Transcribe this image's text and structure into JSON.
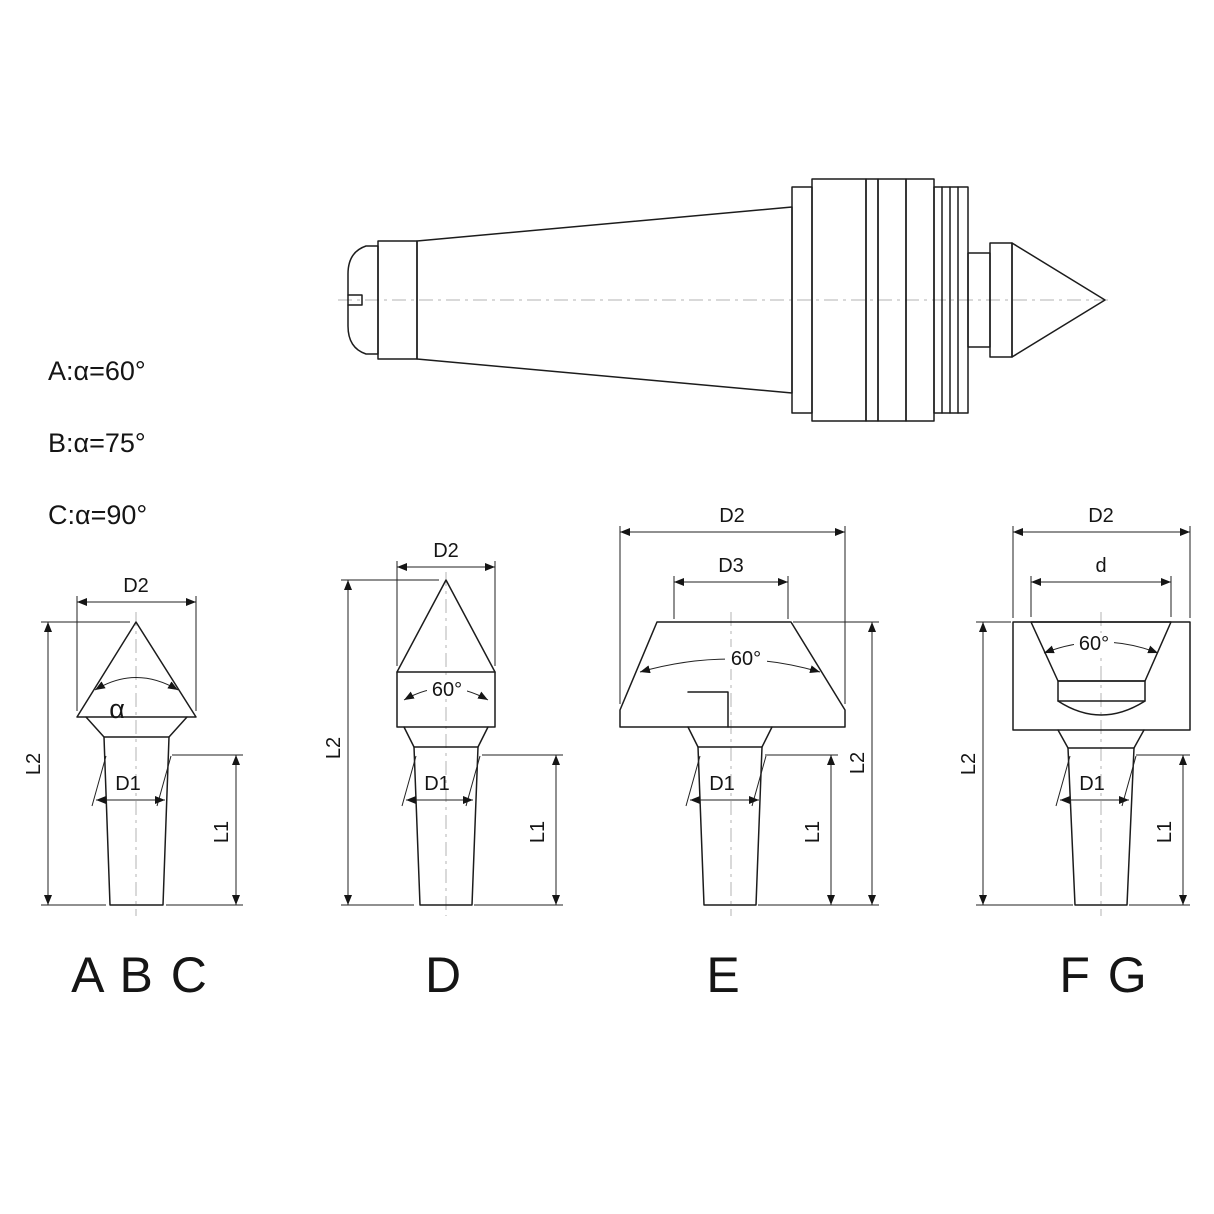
{
  "diagram": {
    "type": "technical-drawing",
    "notes": {
      "a": "A:α=60°",
      "b": "B:α=75°",
      "c": "C:α=90°"
    },
    "views": {
      "abc": {
        "label": "A B C",
        "d2": "D2",
        "d1": "D1",
        "l1": "L1",
        "l2": "L2",
        "angle": "α"
      },
      "d": {
        "label": "D",
        "d2": "D2",
        "d1": "D1",
        "l1": "L1",
        "l2": "L2",
        "angle": "60°"
      },
      "e": {
        "label": "E",
        "d2": "D2",
        "d3": "D3",
        "d1": "D1",
        "l1": "L1",
        "l2": "L2",
        "angle": "60°"
      },
      "fg": {
        "label": "F G",
        "d2": "D2",
        "d": "d",
        "d1": "D1",
        "l1": "L1",
        "l2": "L2",
        "angle": "60°"
      }
    }
  }
}
